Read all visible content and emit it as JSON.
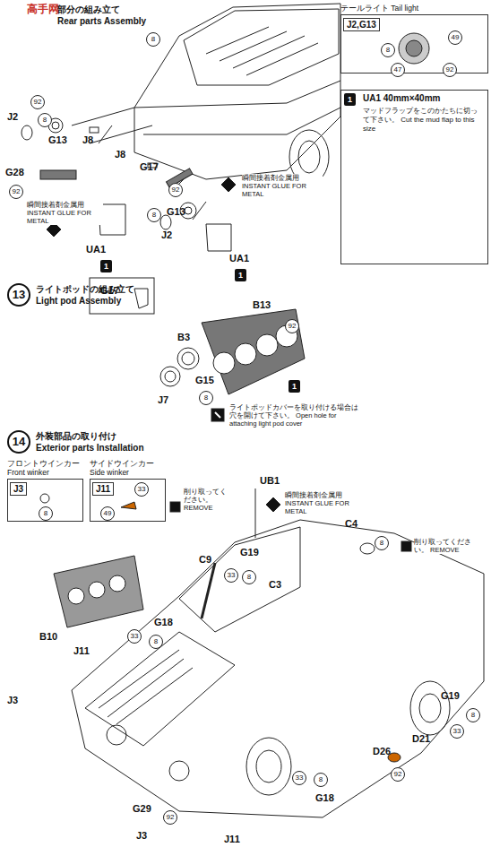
{
  "diagram": {
    "nodes": [
      {
        "text": [
          "テールライト Tail light",
          "J2,G13"
        ]
      },
      {
        "text": [
          "UA1 40mm×40mm",
          "マッドフラップをこのかたちに切って下さい。 Cut the mud flap to this size"
        ]
      },
      {
        "text": [
          "13"
        ]
      },
      {
        "text": [
          "14"
        ]
      },
      {
        "text": [
          "フロントウインカー Front winker",
          "J3"
        ]
      },
      {
        "text": [
          "サイドウインカー Side winker",
          "J11"
        ]
      }
    ],
    "labels": [
      "高手网",
      "部分の組み立て",
      "Rear parts Assembly",
      "8",
      "92",
      "J2",
      "8",
      "G13",
      "J8",
      "G28",
      "92",
      "瞬間接着剤金属用 INSTANT GLUE FOR METAL",
      "J8",
      "G17",
      "92",
      "8",
      "G13",
      "J2",
      "瞬間接着剤金属用 INSTANT GLUE FOR METAL",
      "UA1",
      "1",
      "G17",
      "UA1",
      "1",
      "49",
      "8",
      "47",
      "92",
      "1",
      "ライトポッドの組み立て",
      "Light pod Assembly",
      "B13",
      "92",
      "B3",
      "G15",
      "8",
      "J7",
      "1",
      "ライトポッドカバーを取り付ける場合は穴を開けて下さい。 Open hole for attaching light pod cover",
      "外装部品の取り付け",
      "Exterior parts Installation",
      "8",
      "33",
      "49",
      "削り取ってください。 REMOVE",
      "UB1",
      "瞬間接着剤金属用 INSTANT GLUE FOR METAL",
      "C4",
      "8",
      "削り取ってください。 REMOVE",
      "G19",
      "33",
      "8",
      "C9",
      "C3",
      "B10",
      "G18",
      "33",
      "8",
      "J11",
      "J3",
      "G19",
      "8",
      "33",
      "D21",
      "D26",
      "92",
      "G18",
      "33",
      "8",
      "G29",
      "92",
      "J3",
      "J11"
    ]
  }
}
